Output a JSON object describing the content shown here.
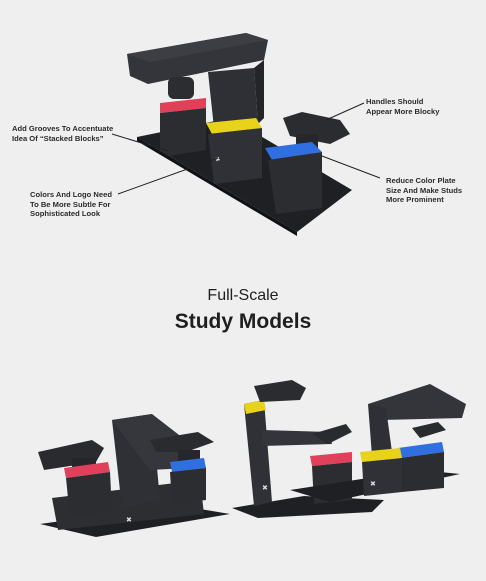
{
  "annotations": {
    "grooves": "Add Grooves To Accentuate\nIdea Of “Stacked Blocks”",
    "handles": "Handles Should\nAppear More Blocky",
    "colors_logo": "Colors And Logo Need\nTo Be More Subtle For\nSophisticated Look",
    "color_plate": "Reduce Color Plate\nSize And Make Studs\nMore Prominent"
  },
  "heading": {
    "subtitle": "Full-Scale",
    "title": "Study Models"
  },
  "colors": {
    "body": "#2e2f33",
    "accent_red": "#e0405a",
    "accent_yellow": "#e8d21a",
    "accent_blue": "#2f6fe0",
    "background": "#efefef"
  }
}
